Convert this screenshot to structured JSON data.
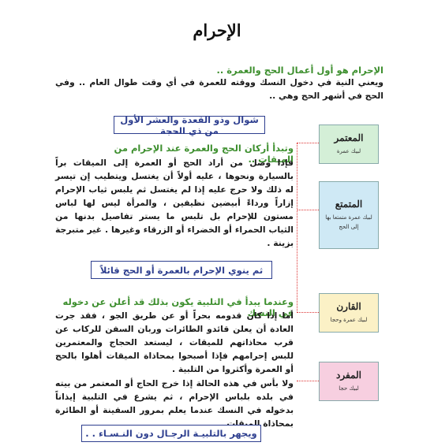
{
  "title": "الإحرام",
  "intro": {
    "heading": "الإحرام هو أول أعمال الحج والعمرة ..",
    "text": "ويعني النية في دخول النسك ووقته للعمرة في أي وقت طوال العام .. وفي الحج في أشهر الحج وهي .."
  },
  "box_months": "شوال وذو القعدة والعشر الأول من ذي الحجة",
  "section_pillars": {
    "heading": "وتبدأ أركان الحج والعمرة عند الإحرام من الميقات ..",
    "text": "فإذا وصل من أراد الحج أو العمرة إلى الميقات براً بالسيارة ونحوها ، عليه أولاً أن يغتسل ويتطيب إن تيسر له ذلك ولا حرج عليه إذا لم يغتسل ثم يلبس ثياب الإحرام إزاراً ورداءً أبيضين نظيفين ، والمرأة ليس لها لباس مستون للإحرام بل تلبس ما يستر تفاصيل بدنها من الثياب الحمراء أو الخضراء أو الزرقاء وغيرها . غير متبرجة بزينة ."
  },
  "box_intention": "ثم ينوي الإحرام بالعمرة أو الحج قائلاً",
  "section_talbiya": {
    "heading": "وعندما يبدأ في التلبية يكون بذلك قد أعلن عن دخوله في النسك",
    "text1": "أما إذا كان قدومه بحراً أو عن طريق الجو ، فقد جرت العادة أن يعلن قائدو الطائرات وربان السفن للركاب عن قرب محاذاتهم للميقات ، ليستعد الحجاج والمعتمرين للبس إحرامهم فإذا أصبحوا بمحاذاة الميقات أهلوا بالحج أو العمرة وأكثروا من التلبية .",
    "text2": "ولا بأس في هذه الحالة إذا خرج الحاج أو المعتمر من بيته في بلده بلباس الإحرام ، ثم يشرع في التلبية إيذاناً بدخوله في النسك عندما يعلم بمرور السفينة أو الطائرة بمحاذاة الميقات ."
  },
  "box_men": "ويجهر بالتلبيـة الرجـال دون النـسـاء . .",
  "side_boxes": [
    {
      "name": "المعتمر",
      "sub": "لبيك عمرة",
      "color": "#d4efd7"
    },
    {
      "name": "المتمتع",
      "sub": "لبيك عمرة متمتعا بها إلى الحج",
      "color": "#cfe9f5"
    },
    {
      "name": "القارن",
      "sub": "لبيك عمرة وحجا",
      "color": "#fbf1c6"
    },
    {
      "name": "المفرد",
      "sub": "لبيك حجا",
      "color": "#f7cfe0"
    }
  ]
}
